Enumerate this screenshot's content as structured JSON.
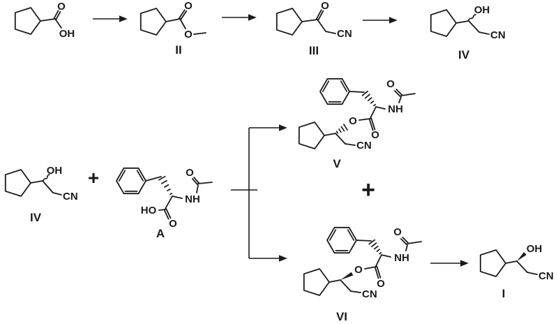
{
  "colors": {
    "ink": "#1a1a1a",
    "background": "#ffffff"
  },
  "scheme": {
    "row1": {
      "acid": {
        "o": "O",
        "oh": "OH"
      },
      "ester_ii": {
        "o_carbonyl": "O",
        "o_ester": "O",
        "label": "II"
      },
      "ketonitrile_iii": {
        "o": "O",
        "cn": "CN",
        "label": "III"
      },
      "hydroxynitrile_iv": {
        "oh": "OH",
        "cn": "CN",
        "label": "IV"
      }
    },
    "row2": {
      "hydroxynitrile_iv": {
        "oh": "OH",
        "cn": "CN",
        "label": "IV"
      },
      "plus_reactants": "+",
      "acetylphenylalanine_a": {
        "o_acetyl": "O",
        "nh": "NH",
        "ho": "HO",
        "o_acid": "O",
        "label": "A"
      },
      "ester_v": {
        "o_acetyl": "O",
        "nh": "NH",
        "o_link": "O",
        "o_carbonyl": "O",
        "cn": "CN",
        "label": "V"
      },
      "plus_products": "+",
      "ester_vi": {
        "o_acetyl": "O",
        "nh": "NH",
        "o_link": "O",
        "o_carbonyl": "O",
        "cn": "CN",
        "label": "VI"
      },
      "product_i": {
        "oh": "OH",
        "cn": "CN",
        "label": "I"
      }
    }
  }
}
